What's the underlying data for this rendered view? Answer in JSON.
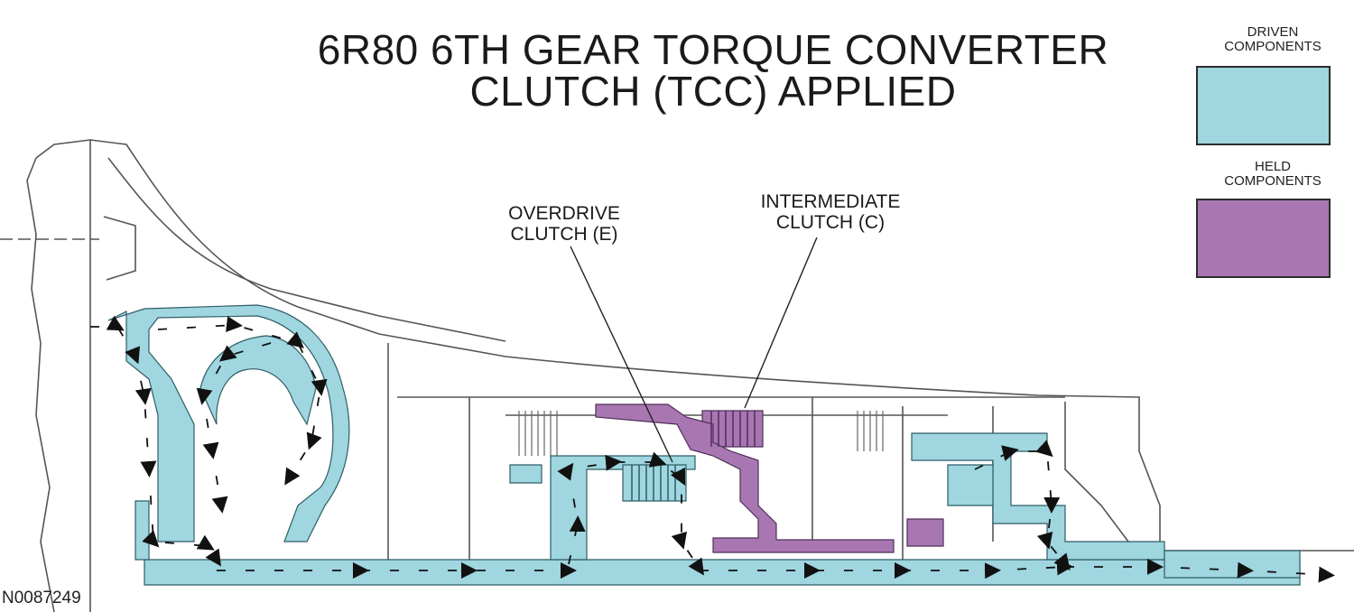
{
  "title": {
    "line1": "6R80 6TH GEAR TORQUE CONVERTER",
    "line2": "CLUTCH (TCC) APPLIED"
  },
  "legend": {
    "driven": {
      "label_line1": "DRIVEN",
      "label_line2": "COMPONENTS",
      "color": "#9fd6df"
    },
    "held": {
      "label_line1": "HELD",
      "label_line2": "COMPONENTS",
      "color": "#a877b2"
    }
  },
  "callouts": {
    "overdrive_clutch": {
      "line1": "OVERDRIVE",
      "line2": "CLUTCH (E)"
    },
    "intermediate_clutch": {
      "line1": "INTERMEDIATE",
      "line2": "CLUTCH (C)"
    }
  },
  "diagram_id": "N0087249",
  "colors": {
    "outline": "#555555",
    "flow_arrow": "#111111"
  }
}
